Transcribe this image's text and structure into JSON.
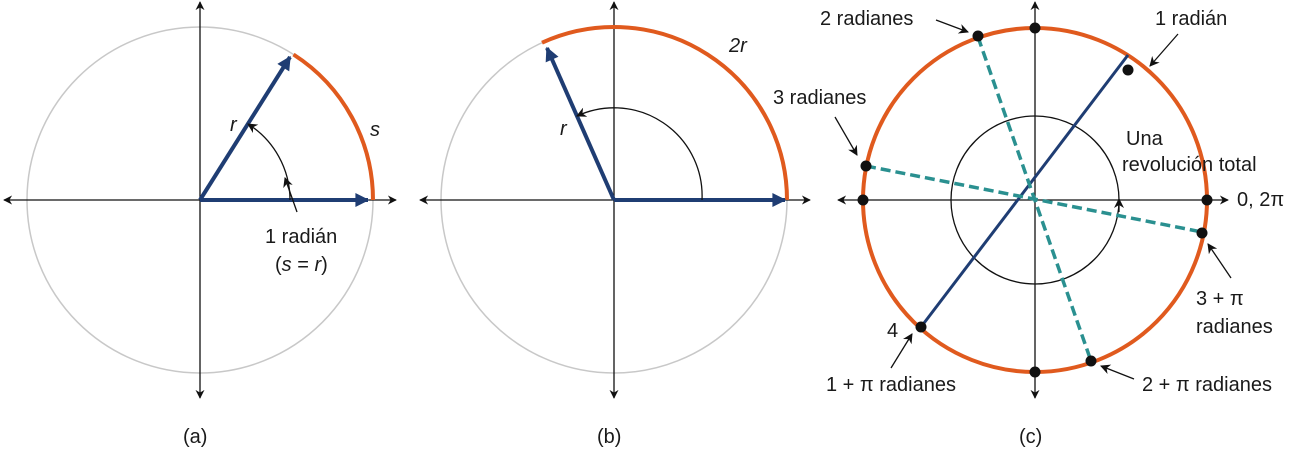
{
  "colors": {
    "circle": "#c8c8c8",
    "arc": "#e05a1e",
    "vector": "#1f3d73",
    "dashed": "#2a9090",
    "axis": "#111111",
    "text": "#1a1a1a"
  },
  "panel_a": {
    "caption": "(a)",
    "label_r": "r",
    "label_s": "s",
    "angle_line1": "1 radián",
    "angle_line2_open": "(",
    "angle_line2_s": "s",
    "angle_line2_eq": " = ",
    "angle_line2_r": "r",
    "angle_line2_close": ")"
  },
  "panel_b": {
    "caption": "(b)",
    "label_r": "r",
    "label_2r": "2r"
  },
  "panel_c": {
    "caption": "(c)",
    "label_1rad": "1 radián",
    "label_2rad": "2 radianes",
    "label_3rad": "3 radianes",
    "label_rev_line1": "Una",
    "label_rev_line2": "revolución total",
    "label_zero": "0, 2π",
    "label_3pi_line1": "3 + π",
    "label_3pi_line2": "radianes",
    "label_2pi": "2 + π radianes",
    "label_1pi": "1 + π radianes",
    "label_4": "4"
  }
}
